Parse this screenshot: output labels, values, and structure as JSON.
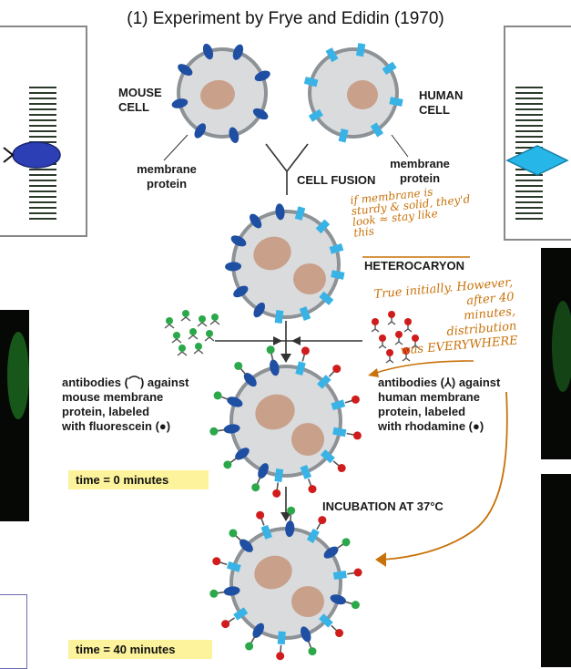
{
  "title": "(1) Experiment by Frye and Edidin (1970)",
  "labels": {
    "mouse_cell": "MOUSE\nCELL",
    "human_cell": "HUMAN\nCELL",
    "membrane_protein_left": "membrane\nprotein",
    "membrane_protein_right": "membrane\nprotein",
    "cell_fusion": "CELL FUSION",
    "heterocaryon": "HETEROCARYON",
    "antibodies_mouse": "antibodies (⌒) against\nmouse membrane\nprotein, labeled\nwith fluorescein (●)",
    "antibodies_human": "antibodies (⅄) against\nhuman membrane\nprotein, labeled\nwith rhodamine (●)",
    "time_0": "time = 0 minutes",
    "time_40": "time = 40 minutes",
    "incubation": "INCUBATION AT 37°C"
  },
  "handwriting": {
    "note_solid": "if membrane is\nsturdy & solid, they'd\nlook ≈ stay like\nthis",
    "note_true": "True initially. However,\nafter 40\nminutes,\ndistribution\nwas EVERYWHERE"
  },
  "colors": {
    "mouse_protein": "#1f4fa3",
    "human_protein": "#39b3e6",
    "fluorescein": "#2aa84a",
    "rhodamine": "#d01c1c",
    "cell_fill": "#d9dbdd",
    "nucleus": "#c9a08a",
    "annotation": "#c8720a",
    "time_box": "#fdf39c"
  }
}
